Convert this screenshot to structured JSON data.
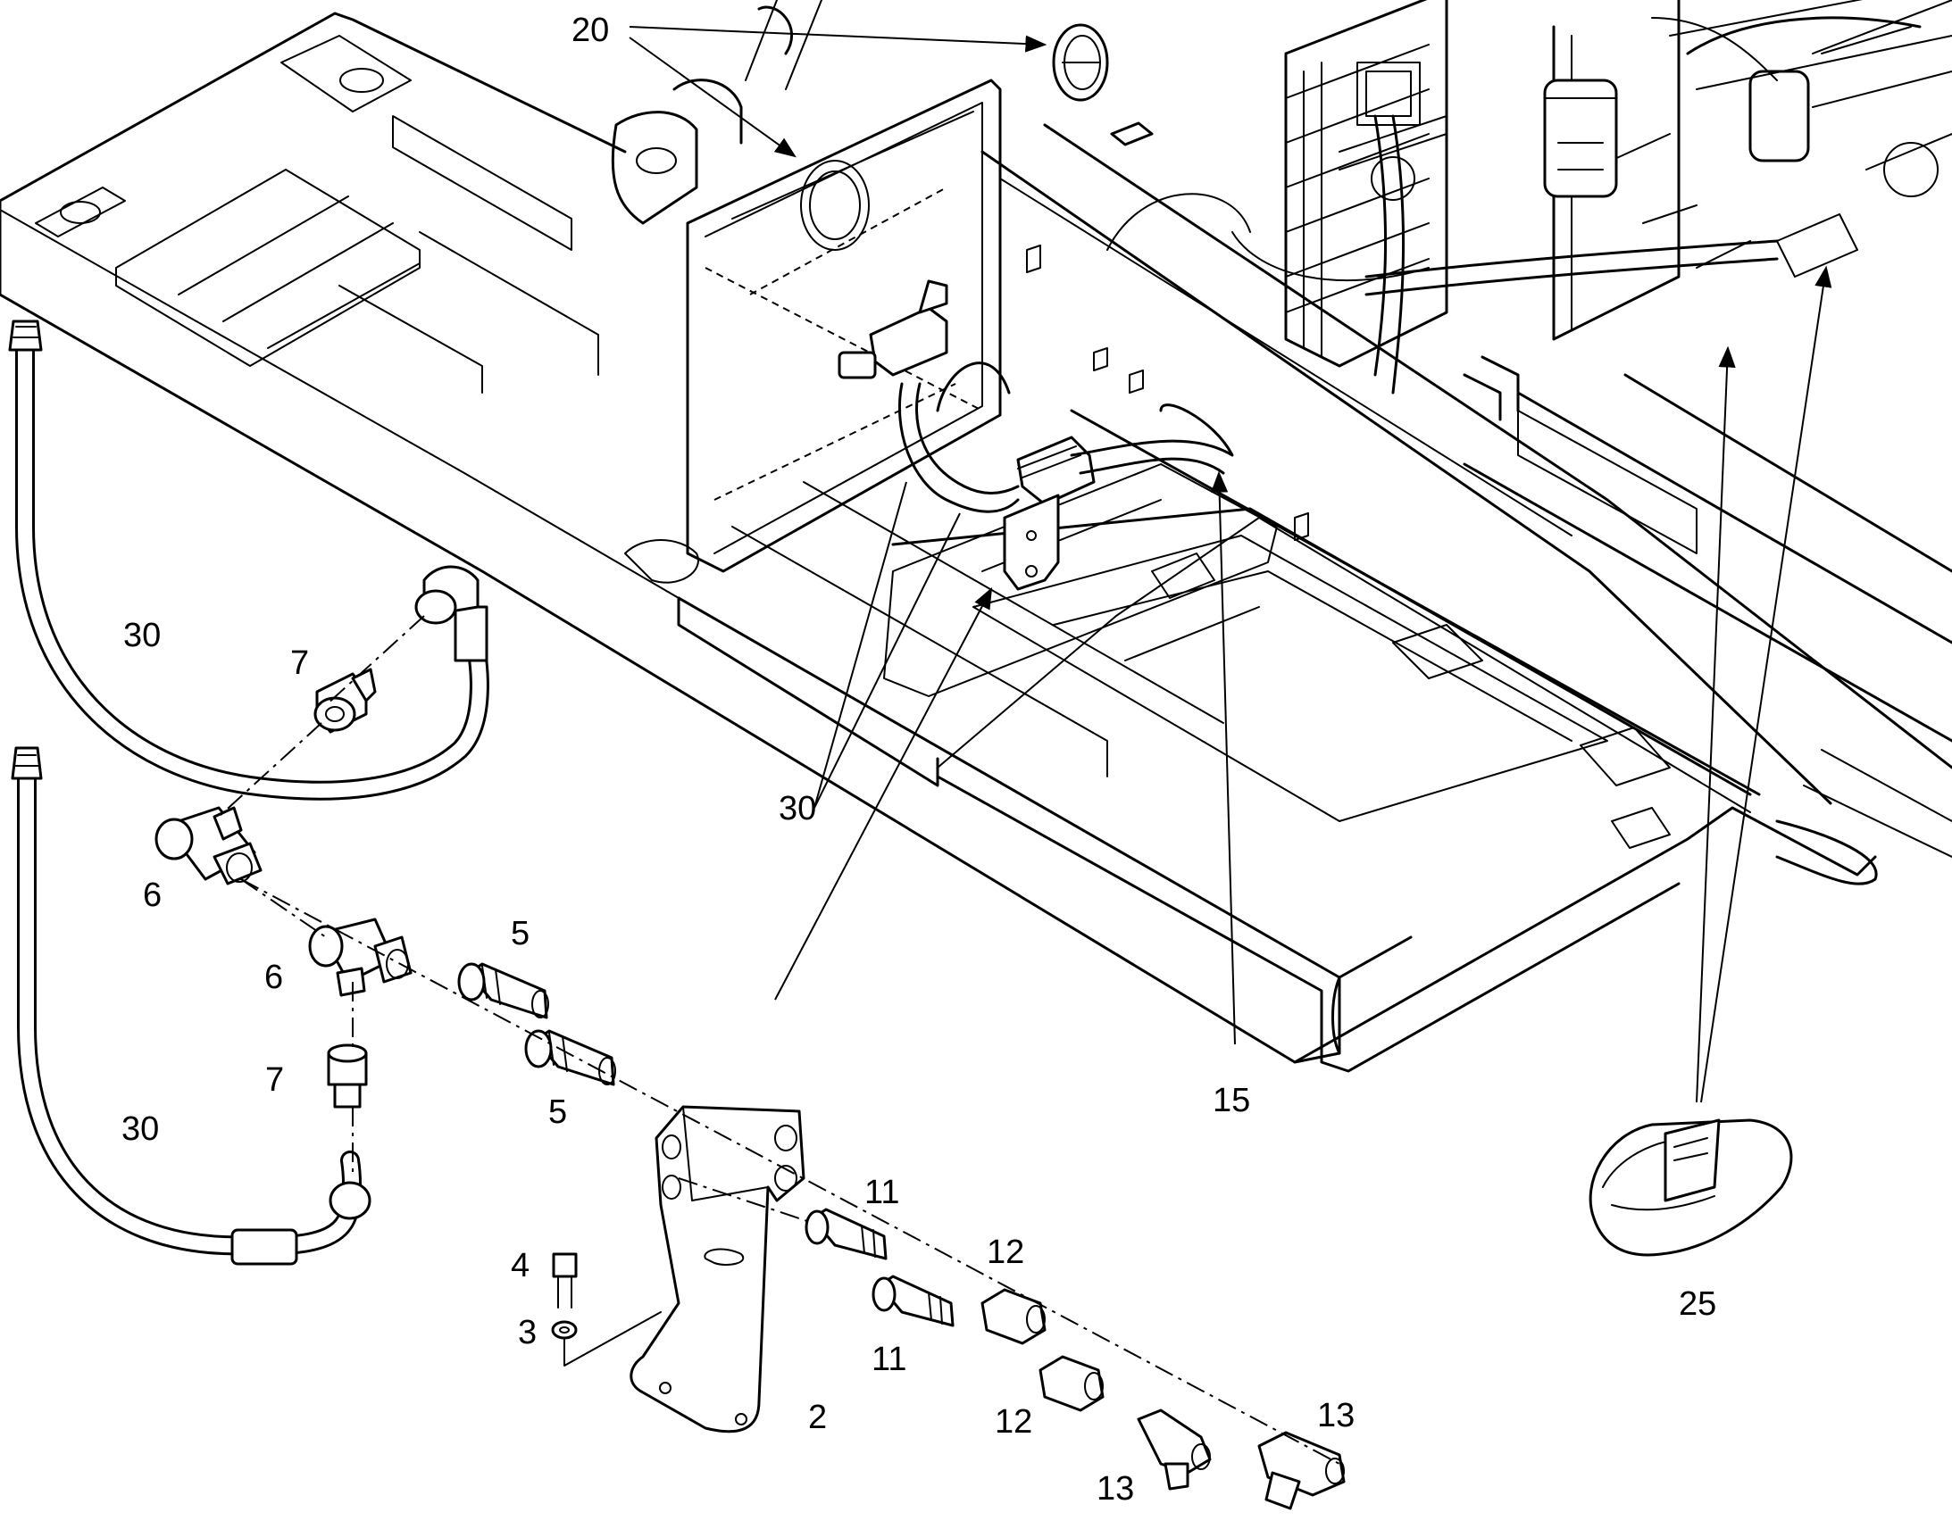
{
  "callouts": {
    "c20": "20",
    "c30a": "30",
    "c7a": "7",
    "c6a": "6",
    "c5a": "5",
    "c6b": "6",
    "c7b": "7",
    "c5b": "5",
    "c30b": "30",
    "c30c": "30",
    "c11a": "11",
    "c12a": "12",
    "c4": "4",
    "c3": "3",
    "c11b": "11",
    "c2": "2",
    "c12b": "12",
    "c13a": "13",
    "c13b": "13",
    "c15": "15",
    "c25": "25"
  }
}
